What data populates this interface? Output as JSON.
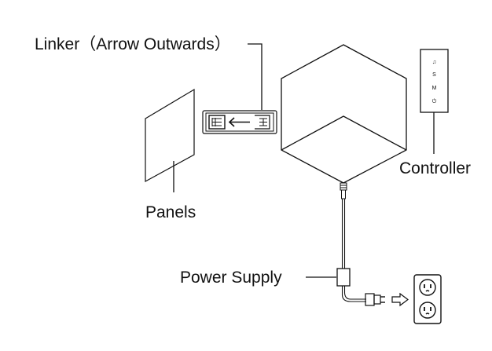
{
  "diagram": {
    "labels": {
      "linker": "Linker（Arrow Outwards）",
      "panels": "Panels",
      "controller": "Controller",
      "power_supply": "Power Supply"
    },
    "controller_buttons": [
      "♫",
      "S",
      "M",
      "⏻"
    ],
    "icons": [
      "panel-icon",
      "linker-icon",
      "cube-icon",
      "controller-icon",
      "power-supply-icon",
      "plug-icon",
      "arrow-right-icon",
      "wall-outlet-icon"
    ],
    "colors": {
      "line": "#111111",
      "background": "#ffffff"
    }
  }
}
